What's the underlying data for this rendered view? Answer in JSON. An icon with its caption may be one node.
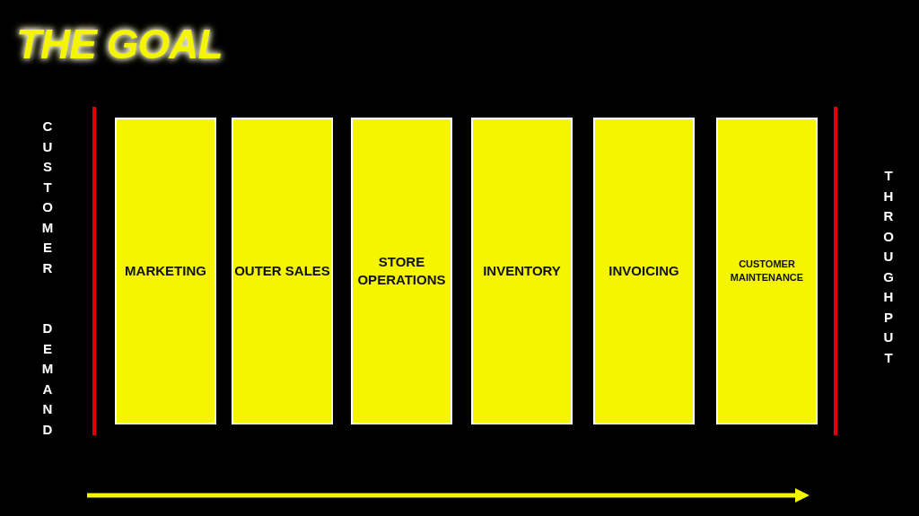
{
  "diagram": {
    "title": "THE GOAL",
    "nodes": [
      {
        "text": [
          "MARKETING"
        ]
      },
      {
        "text": [
          "OUTER SALES"
        ]
      },
      {
        "text": [
          "STORE OPERATIONS"
        ]
      },
      {
        "text": [
          "INVENTORY"
        ]
      },
      {
        "text": [
          "INVOICING"
        ]
      },
      {
        "text": [
          "CUSTOMER MAINTENANCE"
        ]
      }
    ],
    "labels": [
      "CUSTOMER DEMAND",
      "THROUGHPUT"
    ]
  }
}
